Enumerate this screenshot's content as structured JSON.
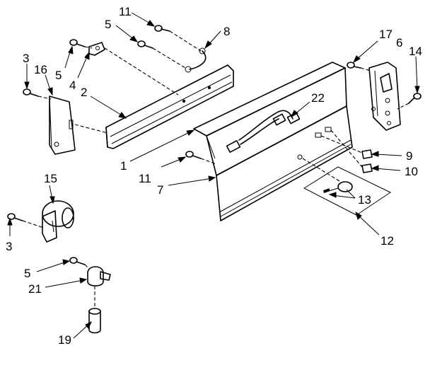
{
  "diagram": {
    "callouts": [
      "11",
      "5",
      "8",
      "17",
      "6",
      "14",
      "3",
      "16",
      "5",
      "4",
      "2",
      "22",
      "1",
      "11",
      "7",
      "9",
      "10",
      "15",
      "13",
      "12",
      "3",
      "5",
      "21",
      "19"
    ]
  },
  "colors": {
    "ink": "#000000",
    "background": "#ffffff"
  }
}
